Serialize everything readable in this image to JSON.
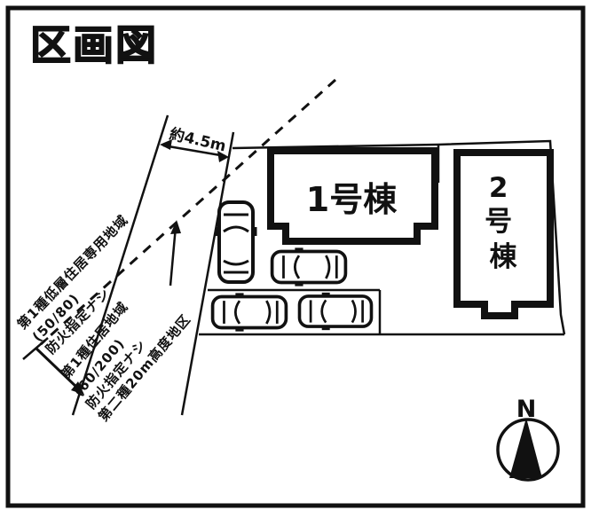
{
  "page": {
    "title": "区画図"
  },
  "site_plan": {
    "buildings": [
      {
        "label": "1号棟"
      },
      {
        "label": "2号棟",
        "chars": [
          "2",
          "号",
          "棟"
        ]
      }
    ],
    "road": {
      "width_label": "約4.5m"
    },
    "zoning_left": {
      "lines": [
        "第1種低層住居専用地域",
        "(50/80)",
        "防火指定ナシ"
      ]
    },
    "zoning_right": {
      "lines": [
        "第1種住居地域",
        "(60/200)",
        "防火指定ナシ",
        "第二種20m高度地区"
      ]
    },
    "compass": {
      "north_label": "N"
    },
    "colors": {
      "ink": "#111111",
      "paper": "#ffffff"
    }
  }
}
